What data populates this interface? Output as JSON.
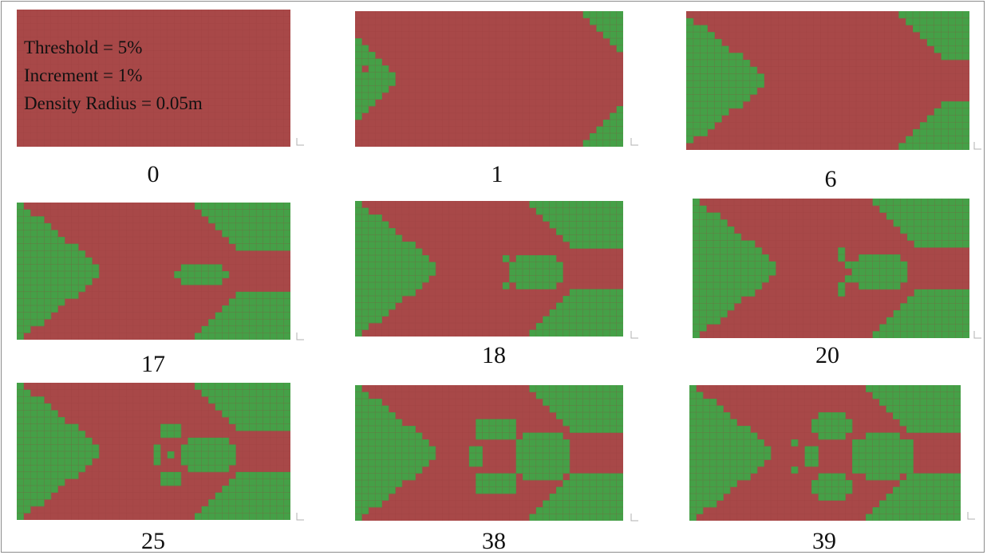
{
  "settings": {
    "threshold": "Threshold = 5%",
    "increment": "Increment = 1%",
    "density_radius": "Density Radius = 0.05m"
  },
  "colors": {
    "solid": "#a84848",
    "void": "#45a047",
    "grid_line": "#9a4040",
    "background": "#ffffff",
    "text": "#111111"
  },
  "panels": [
    {
      "iteration": "0"
    },
    {
      "iteration": "1"
    },
    {
      "iteration": "6"
    },
    {
      "iteration": "17"
    },
    {
      "iteration": "18"
    },
    {
      "iteration": "20"
    },
    {
      "iteration": "25"
    },
    {
      "iteration": "38"
    },
    {
      "iteration": "39"
    }
  ]
}
